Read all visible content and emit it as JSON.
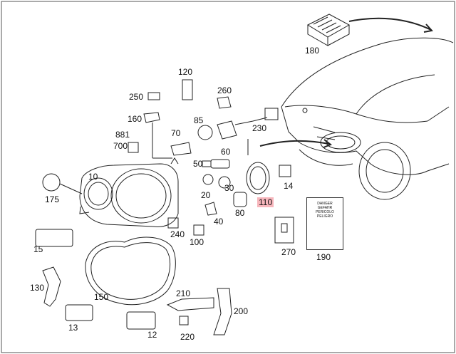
{
  "labels": {
    "p10": "10",
    "p12": "12",
    "p13": "13",
    "p14": "14",
    "p15": "15",
    "p20": "20",
    "p30": "30",
    "p40": "40",
    "p50": "50",
    "p60": "60",
    "p70": "70",
    "p80": "80",
    "p85": "85",
    "p100": "100",
    "p110": "110",
    "p120": "120",
    "p130": "130",
    "p150": "150",
    "p160": "160",
    "p175": "175",
    "p180": "180",
    "p190": "190",
    "p200": "200",
    "p210": "210",
    "p220": "220",
    "p230": "230",
    "p240": "240",
    "p250": "250",
    "p260": "260",
    "p270": "270",
    "p700": "700",
    "p881": "881"
  },
  "warning_label": {
    "line1": "DANGER",
    "line2": "GEFAHR",
    "line3": "PERICOLO",
    "line4": "PELIGRO"
  },
  "highlight_color": "#f7b6bc",
  "highlighted_part": "110"
}
